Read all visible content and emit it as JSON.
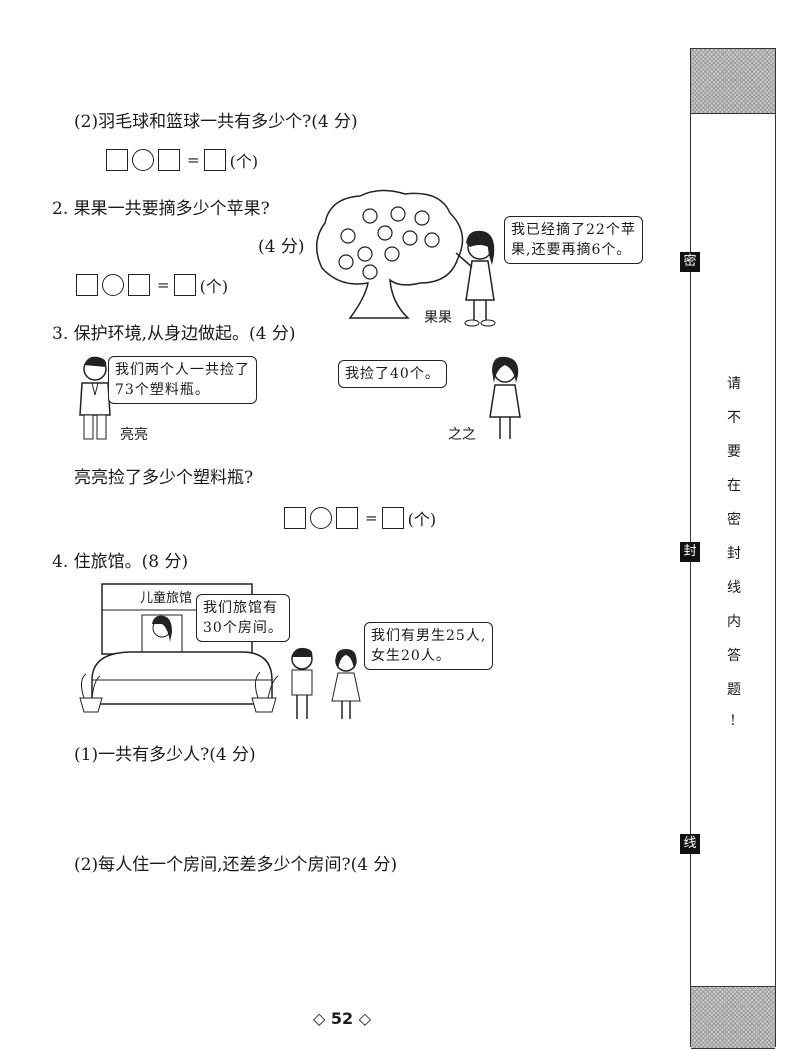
{
  "questions": {
    "q1_part2": {
      "text": "(2)羽毛球和篮球一共有多少个?(4 分)",
      "unit": "(个)"
    },
    "q2": {
      "title": "2. 果果一共要摘多少个苹果?",
      "score": "(4 分)",
      "speech": "我已经摘了22个苹\n果,还要再摘6个。",
      "character": "果果",
      "unit": "(个)"
    },
    "q3": {
      "title": "3. 保护环境,从身边做起。(4 分)",
      "speech_liangliang": "我们两个人一共捡了\n73个塑料瓶。",
      "name_liangliang": "亮亮",
      "speech_zhizhi": "我捡了40个。",
      "name_zhizhi": "之之",
      "question": "亮亮捡了多少个塑料瓶?",
      "unit": "(个)"
    },
    "q4": {
      "title": "4. 住旅馆。(8 分)",
      "sign": "儿童旅馆",
      "speech_clerk": "我们旅馆有\n30个房间。",
      "speech_kids": "我们有男生25人,\n女生20人。",
      "part1": "(1)一共有多少人?(4 分)",
      "part2": "(2)每人住一个房间,还差多少个房间?(4 分)"
    }
  },
  "equals": "=",
  "sidebar": {
    "seal_top": "密",
    "seal_mid": "封",
    "seal_bottom": "线",
    "notice_chars": [
      "请",
      "不",
      "要",
      "在",
      "密",
      "封",
      "线",
      "内",
      "答",
      "题",
      "!"
    ]
  },
  "page_number": "◇ 52 ◇"
}
